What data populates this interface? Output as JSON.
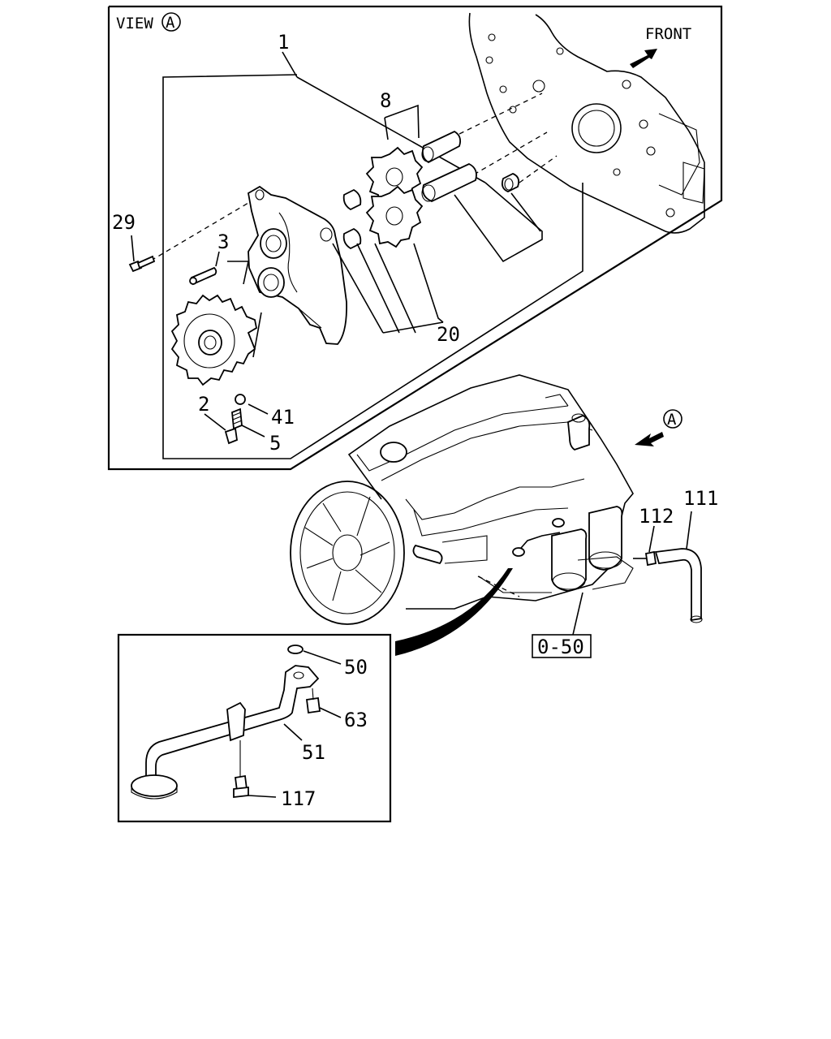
{
  "view_label": {
    "text": "VIEW",
    "circled_letter": "A"
  },
  "front_label": "FRONT",
  "view_marker_letter": "A",
  "reference_box": "0-50",
  "callouts": [
    {
      "id": "c1",
      "text": "1"
    },
    {
      "id": "c8",
      "text": "8"
    },
    {
      "id": "c29",
      "text": "29"
    },
    {
      "id": "c3",
      "text": "3"
    },
    {
      "id": "c20",
      "text": "20"
    },
    {
      "id": "c2",
      "text": "2"
    },
    {
      "id": "c41",
      "text": "41"
    },
    {
      "id": "c5",
      "text": "5"
    },
    {
      "id": "c111",
      "text": "111"
    },
    {
      "id": "c112",
      "text": "112"
    },
    {
      "id": "c50",
      "text": "50"
    },
    {
      "id": "c63",
      "text": "63"
    },
    {
      "id": "c51",
      "text": "51"
    },
    {
      "id": "c117",
      "text": "117"
    }
  ],
  "icons": {
    "front_arrow": "arrow-up-right-icon",
    "view_arrow": "arrow-down-left-icon"
  }
}
